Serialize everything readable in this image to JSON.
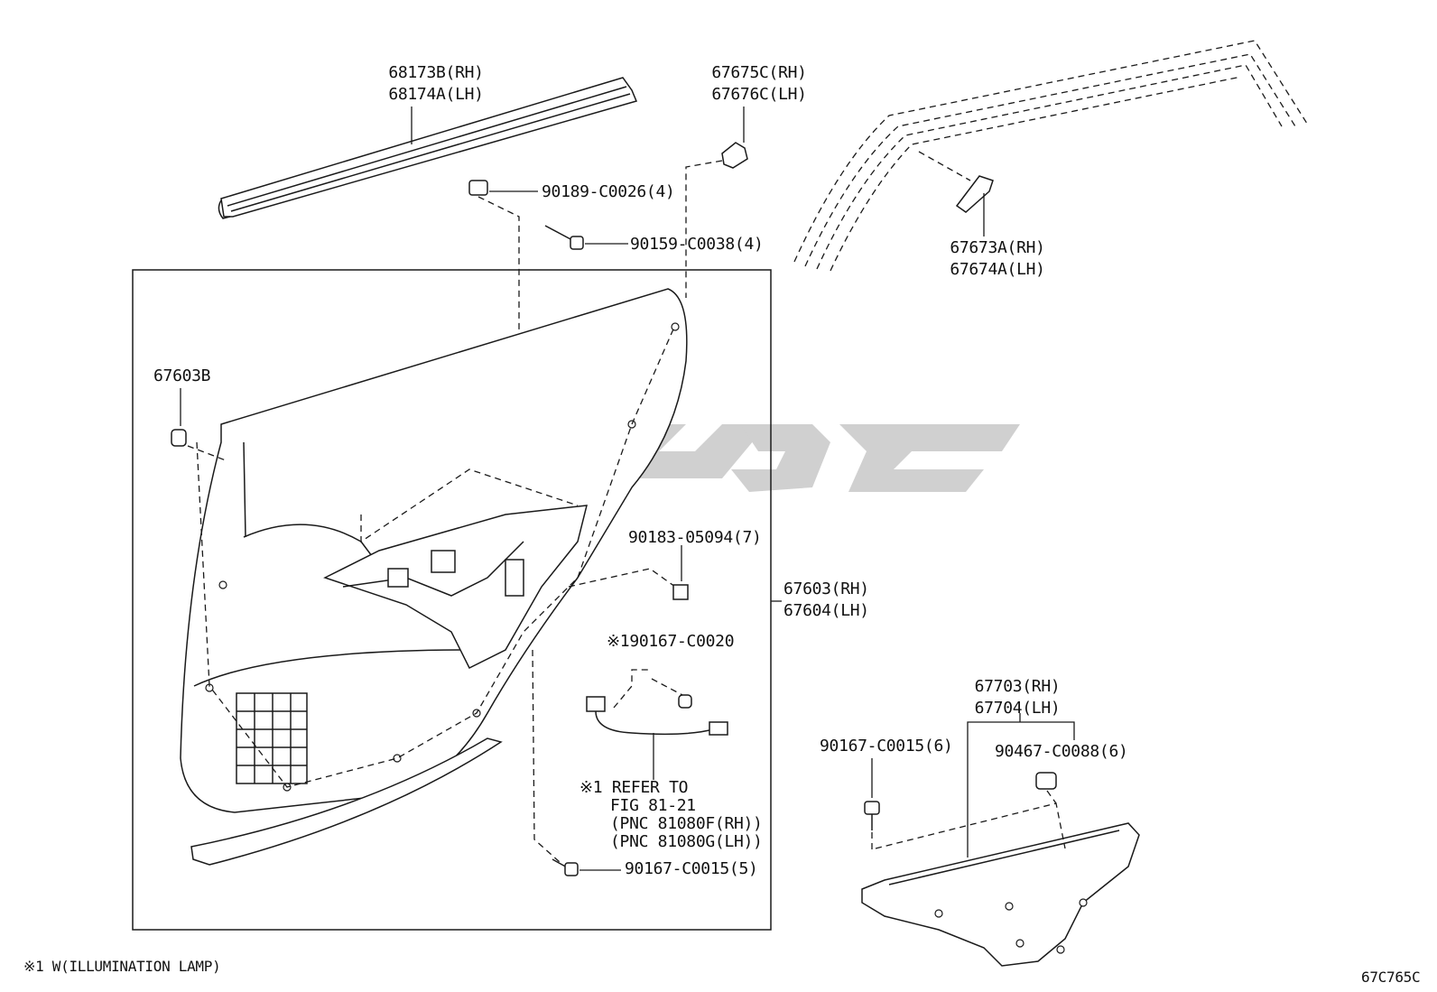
{
  "diagram": {
    "labels": {
      "glass_run_upper": [
        "68173B(RH)",
        "68174A(LH)"
      ],
      "stopper": [
        "67675C(RH)",
        "67676C(LH)"
      ],
      "clip_90189": "90189-C0026(4)",
      "screw_90159": "90159-C0038(4)",
      "corner_piece": [
        "67673A(RH)",
        "67674A(LH)"
      ],
      "clip_67603b": "67603B",
      "nut_90183": "90183-05094(7)",
      "door_trim": [
        "67603(RH)",
        "67604(LH)"
      ],
      "screw_90167_c0020": "※190167-C0020",
      "refer_note": [
        "※1 REFER TO",
        "FIG 81-21",
        "(PNC 81080F(RH))",
        "(PNC 81080G(LH))"
      ],
      "screw_90167_5": "90167-C0015(5)",
      "armrest": [
        "67703(RH)",
        "67704(LH)"
      ],
      "screw_90167_6": "90167-C0015(6)",
      "clip_90467": "90467-C0088(6)"
    },
    "footnote": "※1 W(ILLUMINATION LAMP)",
    "figure_code": "67C765C",
    "colors": {
      "line": "#1a1a1a",
      "watermark": "#c8c8c8",
      "background": "#ffffff"
    }
  }
}
